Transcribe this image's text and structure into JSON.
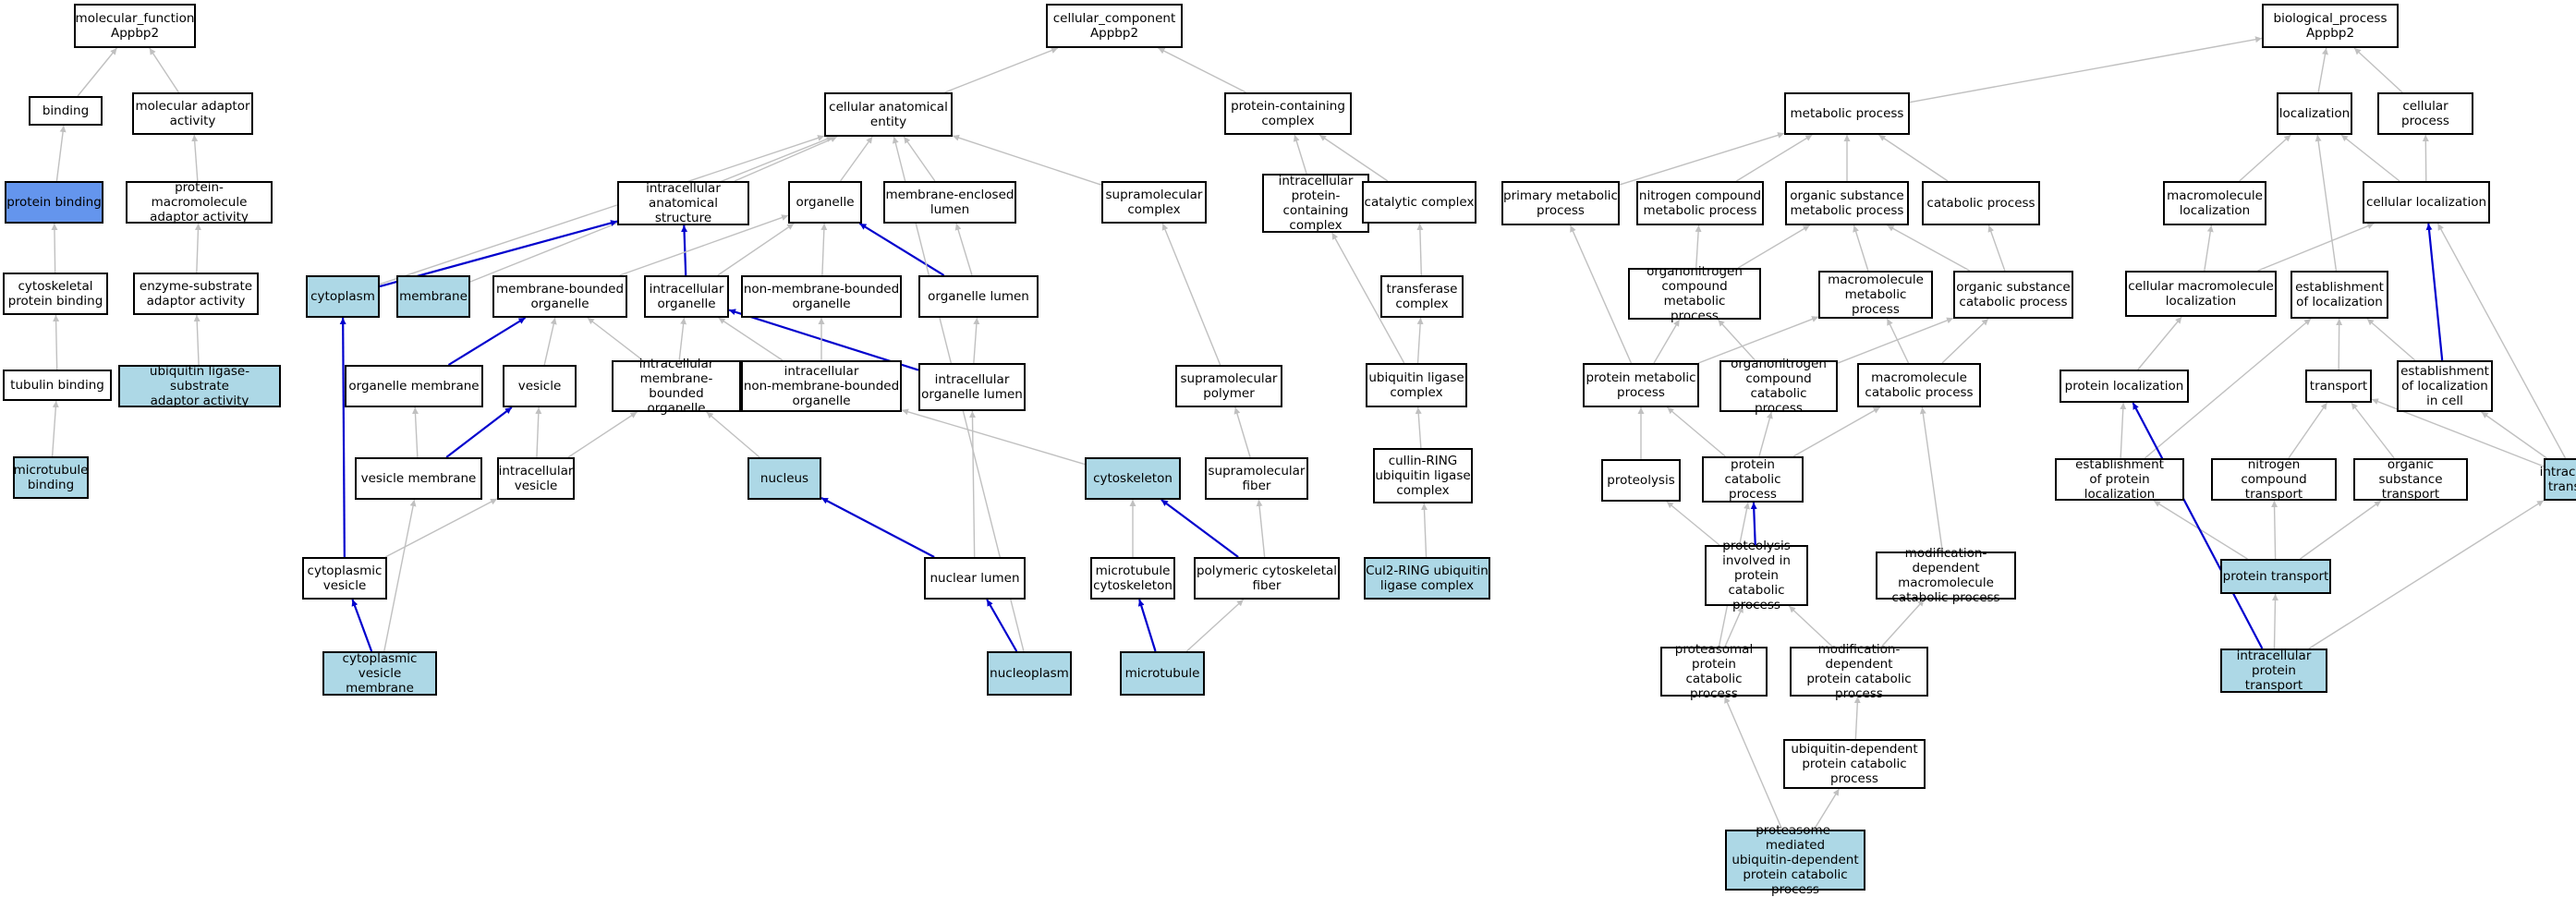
{
  "colors": {
    "box": "#ffffff",
    "highlight": "#add8e6",
    "selected": "#6495ed",
    "gray_edge": "#c0c0c0",
    "blue_edge": "#0000cd"
  },
  "nodes": [
    {
      "id": "mf",
      "label": "molecular_function\nAppbp2"
    },
    {
      "id": "binding",
      "label": "binding"
    },
    {
      "id": "mol_adaptor",
      "label": "molecular adaptor\nactivity"
    },
    {
      "id": "protein_binding",
      "label": "protein binding",
      "style": "sel"
    },
    {
      "id": "prot_macro_adaptor",
      "label": "protein-macromolecule\nadaptor activity"
    },
    {
      "id": "cytosk_prot_binding",
      "label": "cytoskeletal\nprotein binding"
    },
    {
      "id": "enzyme_sub_adaptor",
      "label": "enzyme-substrate\nadaptor activity"
    },
    {
      "id": "tubulin_binding",
      "label": "tubulin binding"
    },
    {
      "id": "ubiq_lig_sub_adaptor",
      "label": "ubiquitin ligase-substrate\nadaptor activity",
      "style": "hl"
    },
    {
      "id": "microtubule_binding",
      "label": "microtubule\nbinding",
      "style": "hl"
    },
    {
      "id": "cc",
      "label": "cellular_component\nAppbp2"
    },
    {
      "id": "cae",
      "label": "cellular anatomical\nentity"
    },
    {
      "id": "prot_cont_complex",
      "label": "protein-containing\ncomplex"
    },
    {
      "id": "intra_anat",
      "label": "intracellular\nanatomical structure"
    },
    {
      "id": "organelle",
      "label": "organelle"
    },
    {
      "id": "membrane_encl_lumen",
      "label": "membrane-enclosed\nlumen"
    },
    {
      "id": "supramol_complex",
      "label": "supramolecular\ncomplex"
    },
    {
      "id": "intra_prot_cont_complex",
      "label": "intracellular\nprotein-containing\ncomplex"
    },
    {
      "id": "catalytic_complex",
      "label": "catalytic complex"
    },
    {
      "id": "cytoplasm",
      "label": "cytoplasm",
      "style": "hl"
    },
    {
      "id": "membrane",
      "label": "membrane",
      "style": "hl"
    },
    {
      "id": "mem_bound_org",
      "label": "membrane-bounded\norganelle"
    },
    {
      "id": "intra_org",
      "label": "intracellular\norganelle"
    },
    {
      "id": "non_mem_bound_org",
      "label": "non-membrane-bounded\norganelle"
    },
    {
      "id": "org_lumen",
      "label": "organelle lumen"
    },
    {
      "id": "transferase_complex",
      "label": "transferase\ncomplex"
    },
    {
      "id": "org_membrane",
      "label": "organelle membrane"
    },
    {
      "id": "vesicle",
      "label": "vesicle"
    },
    {
      "id": "intra_mem_bound_org",
      "label": "intracellular\nmembrane-bounded\norganelle"
    },
    {
      "id": "intra_non_mem_bound_org",
      "label": "intracellular\nnon-membrane-bounded\norganelle"
    },
    {
      "id": "intra_org_lumen",
      "label": "intracellular\norganelle lumen"
    },
    {
      "id": "supramol_polymer",
      "label": "supramolecular\npolymer"
    },
    {
      "id": "ubiq_lig_complex",
      "label": "ubiquitin ligase\ncomplex"
    },
    {
      "id": "vesicle_membrane",
      "label": "vesicle membrane"
    },
    {
      "id": "intra_vesicle",
      "label": "intracellular\nvesicle"
    },
    {
      "id": "nucleus",
      "label": "nucleus",
      "style": "hl"
    },
    {
      "id": "cytoskeleton",
      "label": "cytoskeleton",
      "style": "hl"
    },
    {
      "id": "supramol_fiber",
      "label": "supramolecular\nfiber"
    },
    {
      "id": "cullin_ring",
      "label": "cullin-RING\nubiquitin ligase\ncomplex"
    },
    {
      "id": "cyto_vesicle",
      "label": "cytoplasmic\nvesicle"
    },
    {
      "id": "nuclear_lumen",
      "label": "nuclear lumen"
    },
    {
      "id": "microtubule_cytosk",
      "label": "microtubule\ncytoskeleton"
    },
    {
      "id": "poly_cytosk_fiber",
      "label": "polymeric cytoskeletal\nfiber"
    },
    {
      "id": "cul2_ring",
      "label": "Cul2-RING ubiquitin\nligase complex",
      "style": "hl"
    },
    {
      "id": "cyto_vesicle_membrane",
      "label": "cytoplasmic\nvesicle membrane",
      "style": "hl"
    },
    {
      "id": "nucleoplasm",
      "label": "nucleoplasm",
      "style": "hl"
    },
    {
      "id": "microtubule",
      "label": "microtubule",
      "style": "hl"
    },
    {
      "id": "bp",
      "label": "biological_process\nAppbp2"
    },
    {
      "id": "metabolic",
      "label": "metabolic process"
    },
    {
      "id": "localization",
      "label": "localization"
    },
    {
      "id": "cellular_process",
      "label": "cellular process"
    },
    {
      "id": "primary_metabolic",
      "label": "primary metabolic\nprocess"
    },
    {
      "id": "nitrogen_comp_metabolic",
      "label": "nitrogen compound\nmetabolic process"
    },
    {
      "id": "org_sub_metabolic",
      "label": "organic substance\nmetabolic process"
    },
    {
      "id": "catabolic",
      "label": "catabolic process"
    },
    {
      "id": "macromol_localization",
      "label": "macromolecule\nlocalization"
    },
    {
      "id": "cellular_localization",
      "label": "cellular localization"
    },
    {
      "id": "organonitrogen_metabolic",
      "label": "organonitrogen\ncompound metabolic\nprocess"
    },
    {
      "id": "macromol_metabolic",
      "label": "macromolecule\nmetabolic process"
    },
    {
      "id": "org_sub_catabolic",
      "label": "organic substance\ncatabolic process"
    },
    {
      "id": "cell_macromol_localization",
      "label": "cellular macromolecule\nlocalization"
    },
    {
      "id": "establish_localization",
      "label": "establishment\nof localization"
    },
    {
      "id": "protein_metabolic",
      "label": "protein metabolic\nprocess"
    },
    {
      "id": "organonitrogen_catabolic",
      "label": "organonitrogen\ncompound catabolic\nprocess"
    },
    {
      "id": "macromol_catabolic",
      "label": "macromolecule\ncatabolic process"
    },
    {
      "id": "protein_localization",
      "label": "protein localization"
    },
    {
      "id": "transport",
      "label": "transport"
    },
    {
      "id": "establish_loc_in_cell",
      "label": "establishment\nof localization\nin cell"
    },
    {
      "id": "proteolysis",
      "label": "proteolysis"
    },
    {
      "id": "protein_catabolic",
      "label": "protein catabolic\nprocess"
    },
    {
      "id": "establish_protein_loc",
      "label": "establishment\nof protein localization"
    },
    {
      "id": "nitrogen_comp_transport",
      "label": "nitrogen compound\ntransport"
    },
    {
      "id": "org_sub_transport",
      "label": "organic substance\ntransport"
    },
    {
      "id": "intracellular_transport",
      "label": "intracellular\ntransport",
      "style": "hl"
    },
    {
      "id": "proteolysis_prot_catabolic",
      "label": "proteolysis\ninvolved in\nprotein catabolic\nprocess"
    },
    {
      "id": "mod_dep_macromol_catabolic",
      "label": "modification-dependent\nmacromolecule\ncatabolic process"
    },
    {
      "id": "protein_transport",
      "label": "protein transport",
      "style": "hl"
    },
    {
      "id": "proteasomal_catabolic",
      "label": "proteasomal\nprotein catabolic\nprocess"
    },
    {
      "id": "mod_dep_prot_catabolic",
      "label": "modification-dependent\nprotein catabolic\nprocess"
    },
    {
      "id": "intracellular_prot_transport",
      "label": "intracellular\nprotein transport",
      "style": "hl"
    },
    {
      "id": "ubiq_dep_prot_catabolic",
      "label": "ubiquitin-dependent\nprotein catabolic\nprocess"
    },
    {
      "id": "proteasome_mediated",
      "label": "proteasome-mediated\nubiquitin-dependent\nprotein catabolic\nprocess",
      "style": "hl"
    }
  ],
  "edges": [
    [
      "binding",
      "mf",
      "g"
    ],
    [
      "mol_adaptor",
      "mf",
      "g"
    ],
    [
      "protein_binding",
      "binding",
      "g"
    ],
    [
      "prot_macro_adaptor",
      "mol_adaptor",
      "g"
    ],
    [
      "cytosk_prot_binding",
      "protein_binding",
      "g"
    ],
    [
      "enzyme_sub_adaptor",
      "prot_macro_adaptor",
      "g"
    ],
    [
      "tubulin_binding",
      "cytosk_prot_binding",
      "g"
    ],
    [
      "ubiq_lig_sub_adaptor",
      "enzyme_sub_adaptor",
      "g"
    ],
    [
      "microtubule_binding",
      "tubulin_binding",
      "g"
    ],
    [
      "cae",
      "cc",
      "g"
    ],
    [
      "prot_cont_complex",
      "cc",
      "g"
    ],
    [
      "intra_anat",
      "cae",
      "g"
    ],
    [
      "organelle",
      "cae",
      "g"
    ],
    [
      "membrane_encl_lumen",
      "cae",
      "g"
    ],
    [
      "supramol_complex",
      "cae",
      "g"
    ],
    [
      "cytoplasm",
      "cae",
      "g"
    ],
    [
      "membrane",
      "cae",
      "g"
    ],
    [
      "intra_prot_cont_complex",
      "prot_cont_complex",
      "g"
    ],
    [
      "catalytic_complex",
      "prot_cont_complex",
      "g"
    ],
    [
      "cytoplasm",
      "intra_anat",
      "b"
    ],
    [
      "intra_org",
      "intra_anat",
      "b"
    ],
    [
      "mem_bound_org",
      "organelle",
      "g"
    ],
    [
      "intra_org",
      "organelle",
      "g"
    ],
    [
      "non_mem_bound_org",
      "organelle",
      "g"
    ],
    [
      "org_lumen",
      "organelle",
      "b"
    ],
    [
      "org_lumen",
      "membrane_encl_lumen",
      "g"
    ],
    [
      "transferase_complex",
      "catalytic_complex",
      "g"
    ],
    [
      "org_membrane",
      "mem_bound_org",
      "b"
    ],
    [
      "vesicle",
      "mem_bound_org",
      "g"
    ],
    [
      "intra_mem_bound_org",
      "mem_bound_org",
      "g"
    ],
    [
      "intra_mem_bound_org",
      "intra_org",
      "g"
    ],
    [
      "intra_non_mem_bound_org",
      "intra_org",
      "g"
    ],
    [
      "intra_org_lumen",
      "intra_org",
      "b"
    ],
    [
      "intra_non_mem_bound_org",
      "non_mem_bound_org",
      "g"
    ],
    [
      "intra_org_lumen",
      "org_lumen",
      "g"
    ],
    [
      "ubiq_lig_complex",
      "transferase_complex",
      "g"
    ],
    [
      "ubiq_lig_complex",
      "intra_prot_cont_complex",
      "g"
    ],
    [
      "supramol_polymer",
      "supramol_complex",
      "g"
    ],
    [
      "vesicle_membrane",
      "org_membrane",
      "g"
    ],
    [
      "vesicle_membrane",
      "vesicle",
      "b"
    ],
    [
      "intra_vesicle",
      "vesicle",
      "g"
    ],
    [
      "intra_vesicle",
      "intra_mem_bound_org",
      "g"
    ],
    [
      "nucleus",
      "intra_mem_bound_org",
      "g"
    ],
    [
      "cytoskeleton",
      "intra_non_mem_bound_org",
      "g"
    ],
    [
      "nuclear_lumen",
      "intra_org_lumen",
      "g"
    ],
    [
      "nuclear_lumen",
      "nucleus",
      "b"
    ],
    [
      "supramol_fiber",
      "supramol_polymer",
      "g"
    ],
    [
      "cullin_ring",
      "ubiq_lig_complex",
      "g"
    ],
    [
      "cul2_ring",
      "cullin_ring",
      "g"
    ],
    [
      "cyto_vesicle",
      "intra_vesicle",
      "g"
    ],
    [
      "cyto_vesicle",
      "cytoplasm",
      "b"
    ],
    [
      "microtubule_cytosk",
      "cytoskeleton",
      "g"
    ],
    [
      "poly_cytosk_fiber",
      "cytoskeleton",
      "b"
    ],
    [
      "poly_cytosk_fiber",
      "supramol_fiber",
      "g"
    ],
    [
      "cyto_vesicle_membrane",
      "cyto_vesicle",
      "b"
    ],
    [
      "cyto_vesicle_membrane",
      "vesicle_membrane",
      "g"
    ],
    [
      "nucleoplasm",
      "nuclear_lumen",
      "b"
    ],
    [
      "microtubule",
      "microtubule_cytosk",
      "b"
    ],
    [
      "microtubule",
      "poly_cytosk_fiber",
      "g"
    ],
    [
      "nucleoplasm",
      "cae",
      "g"
    ],
    [
      "metabolic",
      "bp",
      "g"
    ],
    [
      "localization",
      "bp",
      "g"
    ],
    [
      "cellular_process",
      "bp",
      "g"
    ],
    [
      "primary_metabolic",
      "metabolic",
      "g"
    ],
    [
      "nitrogen_comp_metabolic",
      "metabolic",
      "g"
    ],
    [
      "org_sub_metabolic",
      "metabolic",
      "g"
    ],
    [
      "catabolic",
      "metabolic",
      "g"
    ],
    [
      "macromol_localization",
      "localization",
      "g"
    ],
    [
      "cellular_localization",
      "localization",
      "g"
    ],
    [
      "cellular_localization",
      "cellular_process",
      "g"
    ],
    [
      "organonitrogen_metabolic",
      "nitrogen_comp_metabolic",
      "g"
    ],
    [
      "organonitrogen_metabolic",
      "org_sub_metabolic",
      "g"
    ],
    [
      "macromol_metabolic",
      "org_sub_metabolic",
      "g"
    ],
    [
      "org_sub_catabolic",
      "org_sub_metabolic",
      "g"
    ],
    [
      "org_sub_catabolic",
      "catabolic",
      "g"
    ],
    [
      "cell_macromol_localization",
      "macromol_localization",
      "g"
    ],
    [
      "cell_macromol_localization",
      "cellular_localization",
      "g"
    ],
    [
      "establish_localization",
      "localization",
      "g"
    ],
    [
      "protein_metabolic",
      "primary_metabolic",
      "g"
    ],
    [
      "protein_metabolic",
      "organonitrogen_metabolic",
      "g"
    ],
    [
      "protein_metabolic",
      "macromol_metabolic",
      "g"
    ],
    [
      "organonitrogen_catabolic",
      "organonitrogen_metabolic",
      "g"
    ],
    [
      "organonitrogen_catabolic",
      "org_sub_catabolic",
      "g"
    ],
    [
      "macromol_catabolic",
      "macromol_metabolic",
      "g"
    ],
    [
      "macromol_catabolic",
      "org_sub_catabolic",
      "g"
    ],
    [
      "protein_localization",
      "cell_macromol_localization",
      "g"
    ],
    [
      "transport",
      "establish_localization",
      "g"
    ],
    [
      "establish_loc_in_cell",
      "establish_localization",
      "g"
    ],
    [
      "establish_loc_in_cell",
      "cellular_localization",
      "b"
    ],
    [
      "proteolysis",
      "protein_metabolic",
      "g"
    ],
    [
      "protein_catabolic",
      "protein_metabolic",
      "g"
    ],
    [
      "protein_catabolic",
      "organonitrogen_catabolic",
      "g"
    ],
    [
      "protein_catabolic",
      "macromol_catabolic",
      "g"
    ],
    [
      "establish_protein_loc",
      "protein_localization",
      "g"
    ],
    [
      "establish_protein_loc",
      "establish_localization",
      "g"
    ],
    [
      "nitrogen_comp_transport",
      "transport",
      "g"
    ],
    [
      "org_sub_transport",
      "transport",
      "g"
    ],
    [
      "intracellular_transport",
      "transport",
      "g"
    ],
    [
      "intracellular_transport",
      "establish_loc_in_cell",
      "g"
    ],
    [
      "intracellular_transport",
      "cellular_localization",
      "g"
    ],
    [
      "proteolysis_prot_catabolic",
      "proteolysis",
      "g"
    ],
    [
      "proteolysis_prot_catabolic",
      "protein_catabolic",
      "b"
    ],
    [
      "mod_dep_macromol_catabolic",
      "macromol_catabolic",
      "g"
    ],
    [
      "protein_transport",
      "establish_protein_loc",
      "g"
    ],
    [
      "protein_transport",
      "nitrogen_comp_transport",
      "g"
    ],
    [
      "protein_transport",
      "org_sub_transport",
      "g"
    ],
    [
      "proteasomal_catabolic",
      "proteolysis_prot_catabolic",
      "g"
    ],
    [
      "proteasomal_catabolic",
      "protein_catabolic",
      "g"
    ],
    [
      "mod_dep_prot_catabolic",
      "proteolysis_prot_catabolic",
      "g"
    ],
    [
      "mod_dep_prot_catabolic",
      "mod_dep_macromol_catabolic",
      "g"
    ],
    [
      "intracellular_prot_transport",
      "protein_transport",
      "g"
    ],
    [
      "intracellular_prot_transport",
      "protein_localization",
      "b"
    ],
    [
      "intracellular_prot_transport",
      "intracellular_transport",
      "g"
    ],
    [
      "ubiq_dep_prot_catabolic",
      "mod_dep_prot_catabolic",
      "g"
    ],
    [
      "proteasome_mediated",
      "ubiq_dep_prot_catabolic",
      "g"
    ],
    [
      "proteasome_mediated",
      "proteasomal_catabolic",
      "g"
    ]
  ]
}
